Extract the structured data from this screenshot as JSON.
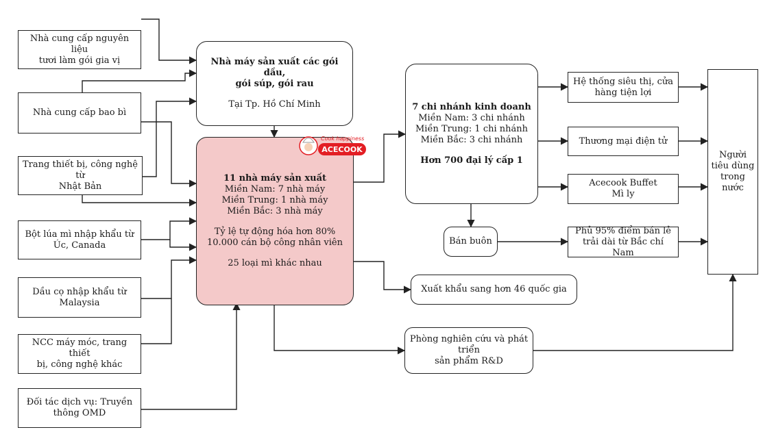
{
  "suppliers": {
    "s1": {
      "line1": "Nhà cung cấp nguyên liệu",
      "line2": "tươi làm gói gia vị"
    },
    "s2": {
      "line1": "Nhà cung cấp bao bì"
    },
    "s3": {
      "line1": "Trang thiết bị, công nghệ từ",
      "line2": "Nhật Bản"
    },
    "s4": {
      "line1": "Bột lúa mì nhập khẩu từ",
      "line2": "Úc, Canada"
    },
    "s5": {
      "line1": "Dầu cọ nhập khẩu từ",
      "line2": "Malaysia"
    },
    "s6": {
      "line1": "NCC máy móc, trang thiết",
      "line2": "bị, công nghệ khác"
    },
    "s7": {
      "line1": "Đối tác dịch vụ: Truyền",
      "line2": "thông OMD"
    }
  },
  "plant_hcm": {
    "title1": "Nhà máy sản xuất các gói dầu,",
    "title2": "gói súp, gói rau",
    "location": "Tại Tp. Hồ Chí Minh"
  },
  "factory": {
    "title": "11 nhà máy sản xuất",
    "south": "Miền Nam: 7 nhà máy",
    "central": "Miền Trung: 1 nhà máy",
    "north": "Miền Bắc: 3 nhà máy",
    "automation": "Tỷ lệ tự động hóa hơn 80%",
    "staff": "10.000 cán bộ công nhân viên",
    "products": "25 loại mì khác nhau"
  },
  "logo": {
    "tagline": "Cook happiness",
    "brand": "ACECOOK",
    "color": "#e31e24"
  },
  "branches": {
    "title": "7 chi nhánh kinh doanh",
    "south": "Miền Nam: 3 chi nhánh",
    "central": "Miền Trung: 1 chi nhánh",
    "north": "Miền Bắc: 3 chi nhánh",
    "agents": "Hơn 700 đại lý cấp 1"
  },
  "channels": {
    "supermarket": {
      "line1": "Hệ thống siêu thị, cửa",
      "line2": "hàng tiện lợi"
    },
    "ecommerce": {
      "line1": "Thương mại điện tử"
    },
    "buffet": {
      "line1": "Acecook Buffet",
      "line2": "Mì ly"
    },
    "retail": {
      "line1": "Phủ 95% điểm bán lẻ",
      "line2": "trải dài từ Bắc chí Nam"
    }
  },
  "wholesale": "Bán buôn",
  "export": "Xuất khẩu sang hơn 46 quốc gia",
  "rnd": {
    "line1": "Phòng nghiên cứu và phát triển",
    "line2": "sản phẩm R&D"
  },
  "consumer": {
    "line1": "Người",
    "line2": "tiêu dùng",
    "line3": "trong",
    "line4": "nước"
  },
  "colors": {
    "factory_fill": "#f4c9c9",
    "stroke": "#222222"
  }
}
